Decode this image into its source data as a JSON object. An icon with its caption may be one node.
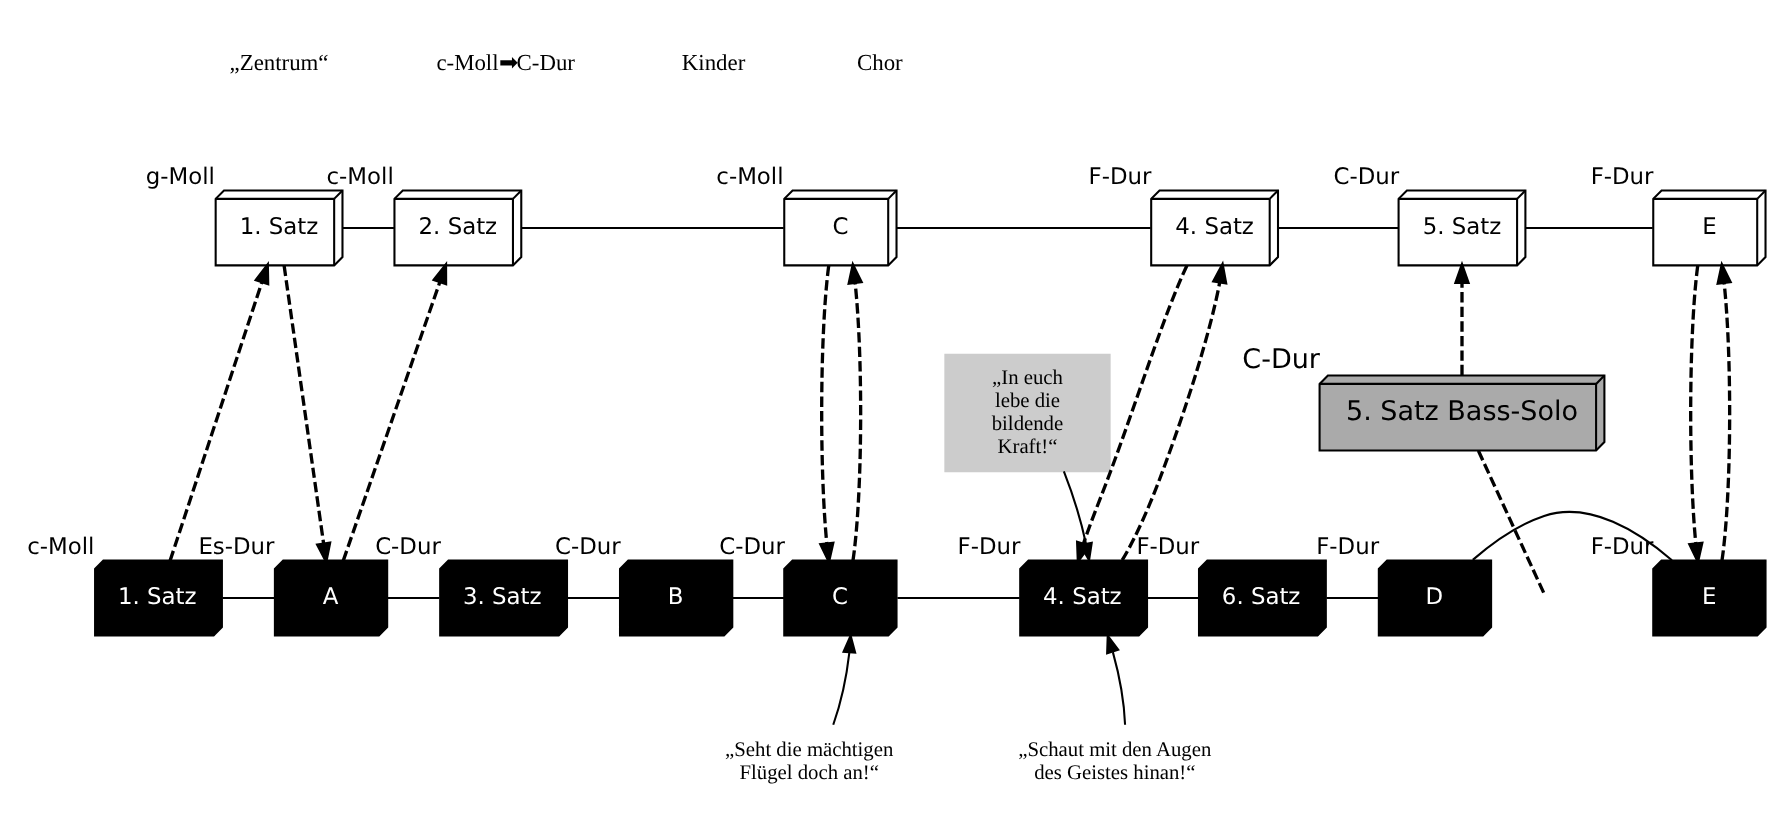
{
  "diagram": {
    "nodes": [
      {
        "text": [
          "1. Satz"
        ],
        "beside": [
          "g-Moll"
        ]
      },
      {
        "text": [
          "2. Satz"
        ],
        "beside": [
          "c-Moll"
        ]
      },
      {
        "text": [
          "C"
        ],
        "beside": [
          "c-Moll"
        ]
      },
      {
        "text": [
          "4. Satz"
        ],
        "beside": [
          "F-Dur"
        ]
      },
      {
        "text": [
          "5. Satz"
        ],
        "beside": [
          "C-Dur"
        ]
      },
      {
        "text": [
          "E"
        ],
        "beside": [
          "F-Dur"
        ]
      },
      {
        "text": [
          "„In euch lebe die bildende Kraft!“"
        ]
      },
      {
        "text": [
          "5. Satz Bass-Solo"
        ],
        "beside": [
          "C-Dur"
        ]
      },
      {
        "text": [
          "1. Satz"
        ],
        "beside": [
          "c-Moll"
        ]
      },
      {
        "text": [
          "A"
        ],
        "beside": [
          "Es-Dur"
        ]
      },
      {
        "text": [
          "3. Satz"
        ],
        "beside": [
          "C-Dur"
        ]
      },
      {
        "text": [
          "B"
        ],
        "beside": [
          "C-Dur"
        ]
      },
      {
        "text": [
          "C"
        ],
        "beside": [
          "C-Dur"
        ]
      },
      {
        "text": [
          "4. Satz"
        ],
        "beside": [
          "F-Dur"
        ]
      },
      {
        "text": [
          "6. Satz"
        ],
        "beside": [
          "F-Dur"
        ]
      },
      {
        "text": [
          "D"
        ],
        "beside": [
          "F-Dur"
        ]
      },
      {
        "text": [
          "E"
        ],
        "beside": [
          "F-Dur"
        ]
      },
      {
        "text": [
          "„Seht die mächtigen Flügel doch an!“"
        ]
      },
      {
        "text": [
          "„Schaut mit den Augen des Geistes hinan!“"
        ]
      }
    ],
    "edges": [
      {
        "from": 0,
        "to": 1,
        "arrow": "none"
      },
      {
        "from": 1,
        "to": 2,
        "arrow": "none"
      },
      {
        "from": 2,
        "to": 3,
        "arrow": "none"
      },
      {
        "from": 3,
        "to": 4,
        "arrow": "none"
      },
      {
        "from": 4,
        "to": 5,
        "arrow": "none"
      },
      {
        "from": 8,
        "to": 9,
        "arrow": "none"
      },
      {
        "from": 9,
        "to": 10,
        "arrow": "none"
      },
      {
        "from": 10,
        "to": 11,
        "arrow": "none"
      },
      {
        "from": 11,
        "to": 12,
        "arrow": "none"
      },
      {
        "from": 12,
        "to": 13,
        "arrow": "none"
      },
      {
        "from": 13,
        "to": 14,
        "arrow": "none"
      },
      {
        "from": 14,
        "to": 15,
        "arrow": "none"
      },
      {
        "from": 15,
        "to": 16,
        "arrow": "none"
      },
      {
        "from": 8,
        "to": 0,
        "arrow": "to",
        "style": "dashed"
      },
      {
        "from": 0,
        "to": 9,
        "arrow": "to",
        "style": "dashed"
      },
      {
        "from": 9,
        "to": 1,
        "arrow": "to",
        "style": "dashed"
      },
      {
        "from": 12,
        "to": 2,
        "arrow": "to",
        "style": "dashed"
      },
      {
        "from": 2,
        "to": 12,
        "arrow": "to",
        "style": "dashed"
      },
      {
        "from": 13,
        "to": 3,
        "arrow": "to",
        "style": "dashed"
      },
      {
        "from": 3,
        "to": 13,
        "arrow": "to",
        "style": "dashed"
      },
      {
        "from": 7,
        "to": 4,
        "arrow": "to",
        "style": "dashed"
      },
      {
        "from": 7,
        "to": null,
        "arrow": "none",
        "style": "dashed"
      },
      {
        "from": 5,
        "to": 16,
        "arrow": "to",
        "style": "dashed"
      },
      {
        "from": 16,
        "to": 5,
        "arrow": "to",
        "style": "dashed"
      },
      {
        "from": 6,
        "to": 13,
        "arrow": "to"
      },
      {
        "from": 17,
        "to": 12,
        "arrow": "to"
      },
      {
        "from": 18,
        "to": 13,
        "arrow": "to"
      }
    ],
    "labels": [
      "„Zentrum“",
      "c-Moll➡C-Dur",
      "Kinder",
      "Chor"
    ]
  }
}
